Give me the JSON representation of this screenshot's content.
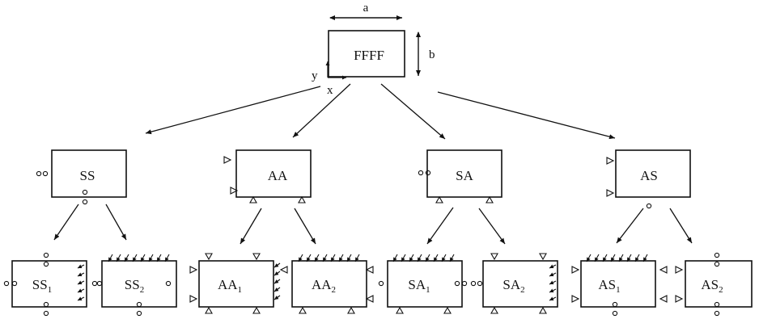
{
  "diagram": {
    "root": {
      "id": "FFFF",
      "label": "FFFF"
    },
    "dimensions": {
      "width": "a",
      "height": "b"
    },
    "axes": {
      "y": "y",
      "x": "x"
    },
    "level1": [
      {
        "id": "SS",
        "label": "SS",
        "support": "hinged"
      },
      {
        "id": "AA",
        "label": "AA",
        "support": "roller"
      },
      {
        "id": "SA",
        "label": "SA",
        "support": "hinged"
      },
      {
        "id": "AS",
        "label": "AS",
        "support": "roller"
      }
    ],
    "level2": [
      {
        "id": "SS1",
        "label": "SS",
        "subscript": "1",
        "parent": "SS",
        "loaded_edge": "right"
      },
      {
        "id": "SS2",
        "label": "SS",
        "subscript": "2",
        "parent": "SS",
        "loaded_edge": "top"
      },
      {
        "id": "AA1",
        "label": "AA",
        "subscript": "1",
        "parent": "AA",
        "loaded_edge": "right"
      },
      {
        "id": "AA2",
        "label": "AA",
        "subscript": "2",
        "parent": "AA",
        "loaded_edge": "top"
      },
      {
        "id": "SA1",
        "label": "SA",
        "subscript": "1",
        "parent": "SA",
        "loaded_edge": "top"
      },
      {
        "id": "SA2",
        "label": "SA",
        "subscript": "2",
        "parent": "SA",
        "loaded_edge": "right"
      },
      {
        "id": "AS1",
        "label": "AS",
        "subscript": "1",
        "parent": "AS",
        "loaded_edge": "top"
      },
      {
        "id": "AS2",
        "label": "AS",
        "subscript": "2",
        "parent": "AS",
        "loaded_edge": "none"
      }
    ],
    "colors": {
      "line": "#111111",
      "background": "#ffffff"
    }
  }
}
